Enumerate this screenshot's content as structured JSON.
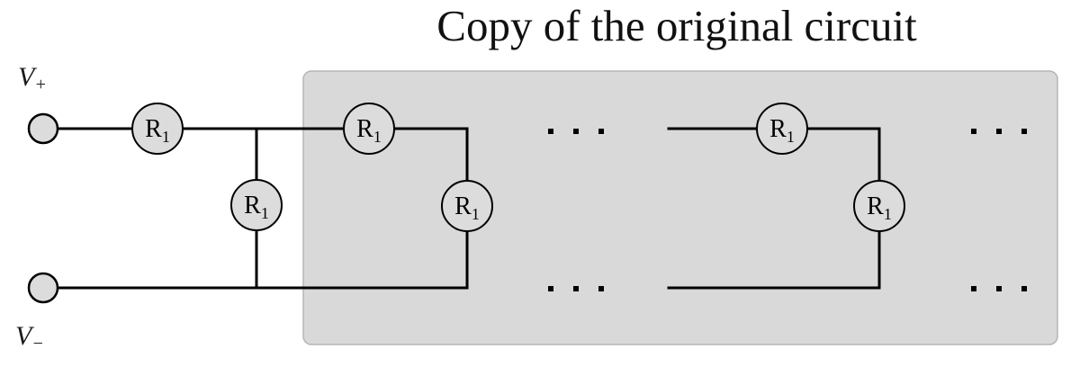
{
  "title": "Copy of the original circuit",
  "terminals": {
    "v_plus": {
      "base": "V",
      "sub": "+"
    },
    "v_minus": {
      "base": "V",
      "sub": "−"
    }
  },
  "resistor_label": {
    "base": "R",
    "sub": "1"
  },
  "resistor_count": 6,
  "ellipsis": {
    "symbol": "···",
    "groups": 4
  },
  "colors": {
    "wire": "#000000",
    "node_fill": "#dcdcdc",
    "box_fill": "#d9d9d9",
    "box_border": "#b5b5b5",
    "background": "#ffffff"
  }
}
